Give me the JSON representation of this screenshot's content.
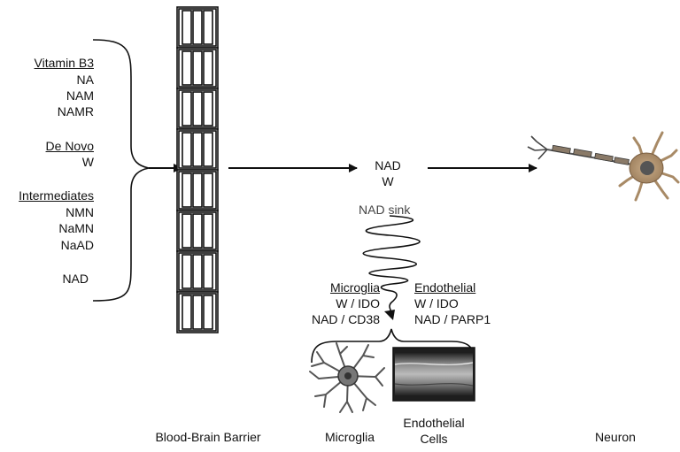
{
  "sources": {
    "vitamin_b3": {
      "heading": "Vitamin B3",
      "items": [
        "NA",
        "NAM",
        "NAMR"
      ]
    },
    "de_novo": {
      "heading": "De Novo",
      "items": [
        "W"
      ]
    },
    "intermediates": {
      "heading": "Intermediates",
      "items": [
        "NMN",
        "NaMN",
        "NaAD"
      ]
    },
    "nad": "NAD"
  },
  "center": {
    "line1": "NAD",
    "line2": "W"
  },
  "sink": {
    "label": "NAD sink"
  },
  "microglia_box": {
    "heading": "Microglia",
    "line1": "W / IDO",
    "line2": "NAD / CD38"
  },
  "endothelial_box": {
    "heading": "Endothelial",
    "line1": "W / IDO",
    "line2": "NAD / PARP1"
  },
  "captions": {
    "bbb": "Blood-Brain Barrier",
    "microglia": "Microglia",
    "endothelial_line1": "Endothelial",
    "endothelial_line2": "Cells",
    "neuron": "Neuron"
  },
  "colors": {
    "ink": "#111111",
    "sink_text": "#444444",
    "neuron_body": "#b89a78",
    "neuron_nucleus": "#555555",
    "microglia": "#666666",
    "vessel": "#333333"
  }
}
